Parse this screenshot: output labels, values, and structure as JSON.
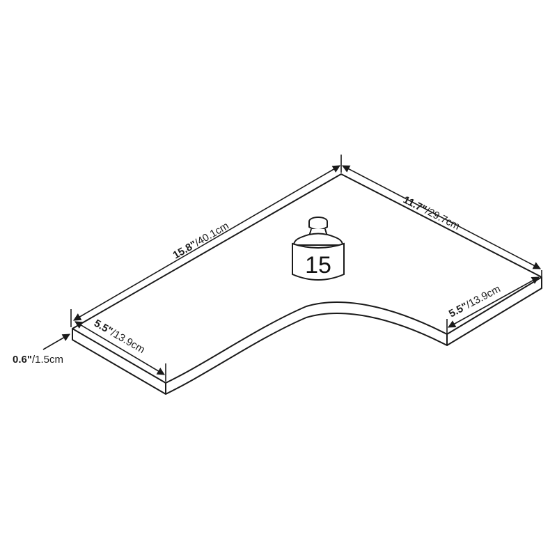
{
  "dimensions": {
    "top_length": {
      "imperial": "15.8\"",
      "metric": "40.1cm"
    },
    "right_length": {
      "imperial": "11.7\"",
      "metric": "29.7cm"
    },
    "left_depth": {
      "imperial": "5.5\"",
      "metric": "13.9cm"
    },
    "right_depth": {
      "imperial": "5.5\"",
      "metric": "13.9cm"
    },
    "thickness": {
      "imperial": "0.6\"",
      "metric": "1.5cm"
    }
  },
  "weight": {
    "value": "15"
  }
}
